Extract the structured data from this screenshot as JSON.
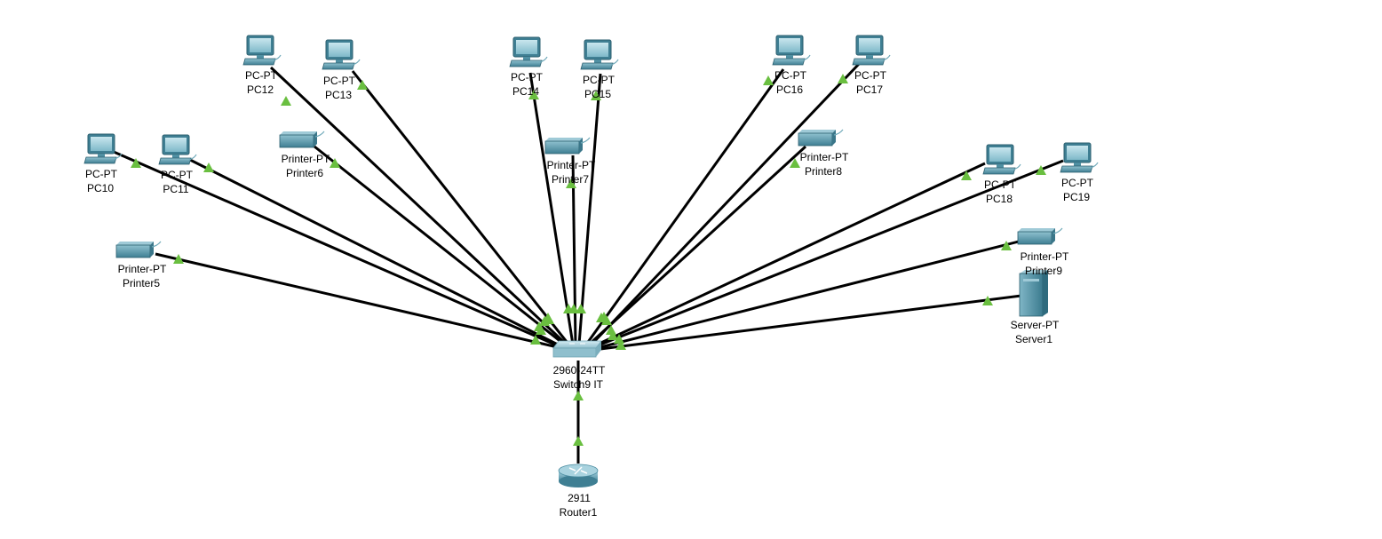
{
  "topology": {
    "switch": {
      "id": "switch",
      "model": "2960-24TT",
      "name": "Switch9 IT"
    },
    "router": {
      "id": "router",
      "model": "2911",
      "name": "Router1"
    },
    "devices": [
      {
        "id": "pc12",
        "kind": "pc",
        "model": "PC-PT",
        "name": "PC12"
      },
      {
        "id": "pc13",
        "kind": "pc",
        "model": "PC-PT",
        "name": "PC13"
      },
      {
        "id": "pc14",
        "kind": "pc",
        "model": "PC-PT",
        "name": "PC14"
      },
      {
        "id": "pc15",
        "kind": "pc",
        "model": "PC-PT",
        "name": "PC15"
      },
      {
        "id": "pc16",
        "kind": "pc",
        "model": "PC-PT",
        "name": "PC16"
      },
      {
        "id": "pc17",
        "kind": "pc",
        "model": "PC-PT",
        "name": "PC17"
      },
      {
        "id": "pc10",
        "kind": "pc",
        "model": "PC-PT",
        "name": "PC10"
      },
      {
        "id": "pc11",
        "kind": "pc",
        "model": "PC-PT",
        "name": "PC11"
      },
      {
        "id": "printer6",
        "kind": "printer",
        "model": "Printer-PT",
        "name": "Printer6"
      },
      {
        "id": "printer7",
        "kind": "printer",
        "model": "Printer-PT",
        "name": "Printer7"
      },
      {
        "id": "printer8",
        "kind": "printer",
        "model": "Printer-PT",
        "name": "Printer8"
      },
      {
        "id": "pc18",
        "kind": "pc",
        "model": "PC-PT",
        "name": "PC18"
      },
      {
        "id": "pc19",
        "kind": "pc",
        "model": "PC-PT",
        "name": "PC19"
      },
      {
        "id": "printer5",
        "kind": "printer",
        "model": "Printer-PT",
        "name": "Printer5"
      },
      {
        "id": "printer9",
        "kind": "printer",
        "model": "Printer-PT",
        "name": "Printer9"
      },
      {
        "id": "server1",
        "kind": "server",
        "model": "Server-PT",
        "name": "Server1"
      }
    ],
    "link_status_color": "#6abf40",
    "link_color": "#000000"
  }
}
